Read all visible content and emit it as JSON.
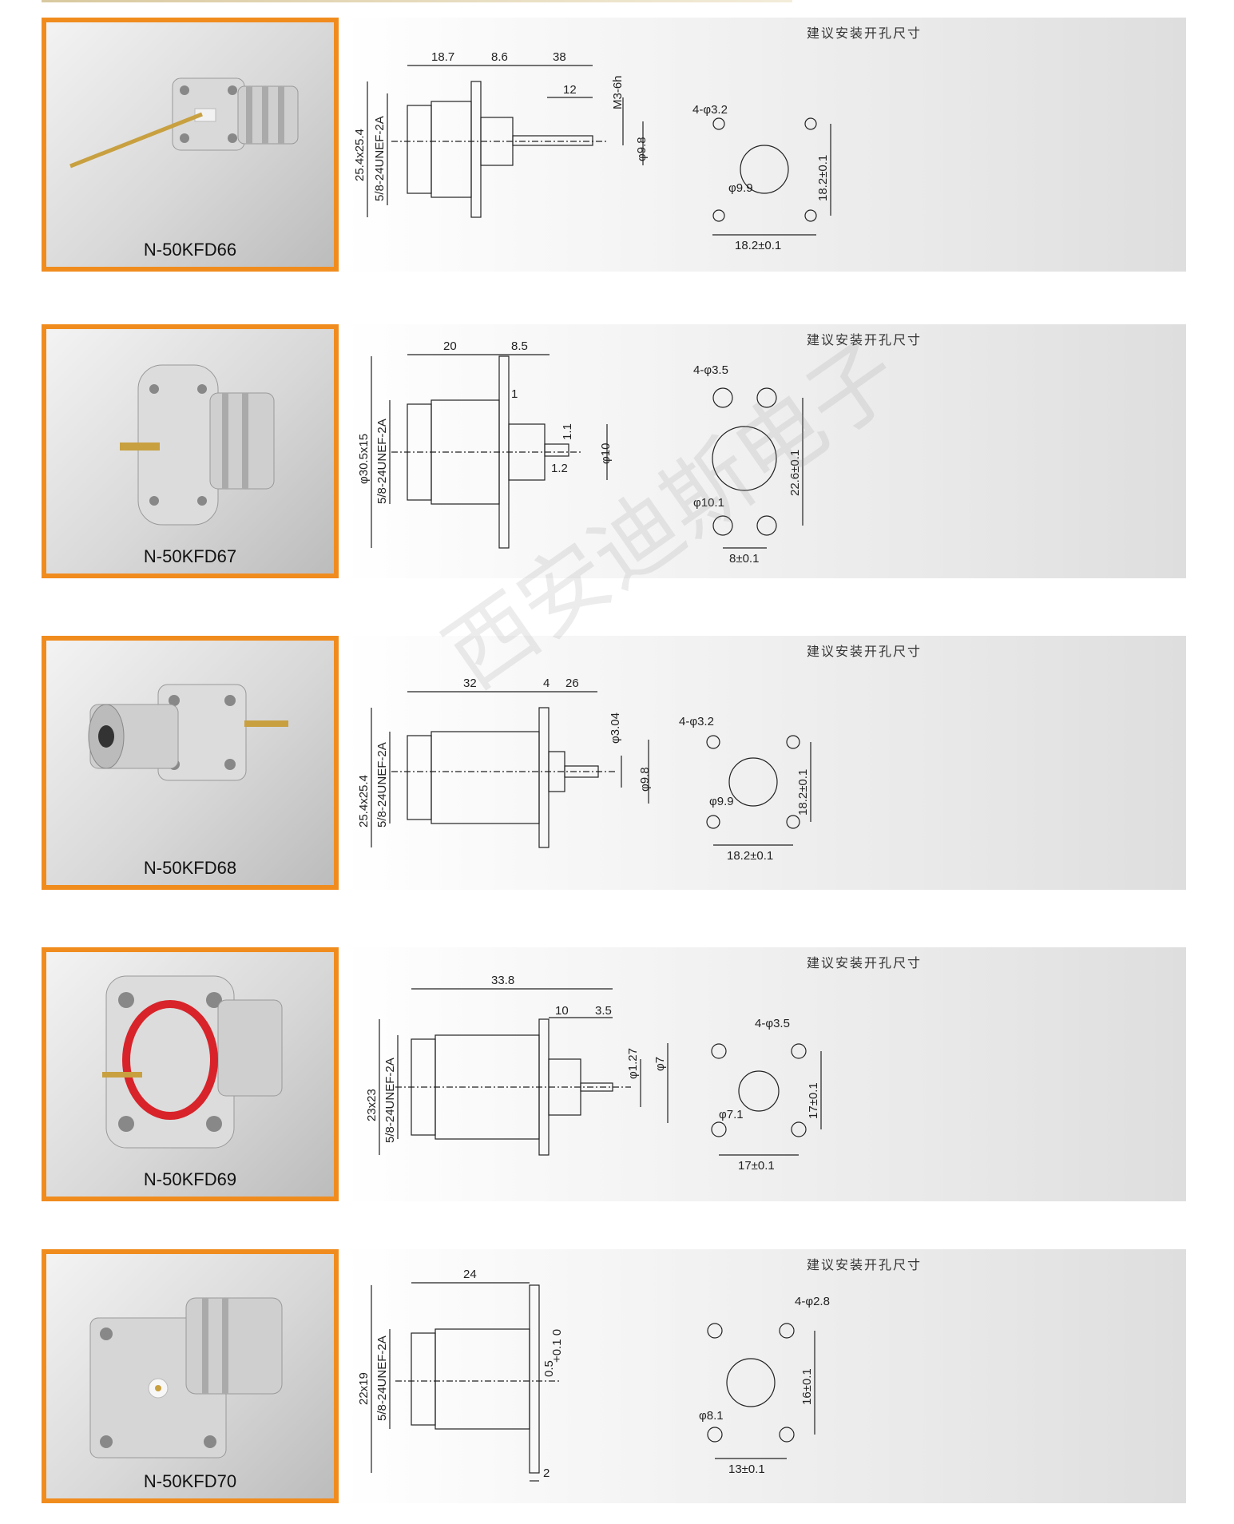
{
  "panel_title": "建议安装开孔尺寸",
  "watermark": "西安迪斯电子",
  "products": [
    {
      "model": "N-50KFD66",
      "side": {
        "d1": "18.7",
        "d2": "8.6",
        "d3": "38",
        "d4": "12",
        "thread_tip": "M3-6h",
        "d5": "φ9.8",
        "flange": "25.4x25.4",
        "thread": "5/8-24UNEF-2A"
      },
      "hole": {
        "holes": "4-φ3.2",
        "center": "φ9.9",
        "h": "18.2±0.1",
        "v": "18.2±0.1"
      }
    },
    {
      "model": "N-50KFD67",
      "side": {
        "d1": "20",
        "d2": "8.5",
        "d3": "1",
        "d4": "1.1",
        "d5": "1.2",
        "d6": "φ10",
        "flange": "φ30.5x15",
        "thread": "5/8-24UNEF-2A"
      },
      "hole": {
        "holes": "4-φ3.5",
        "center": "φ10.1",
        "h": "8±0.1",
        "v": "22.6±0.1"
      }
    },
    {
      "model": "N-50KFD68",
      "side": {
        "d1": "32",
        "d2": "4",
        "d3": "26",
        "d4": "φ3.04",
        "d5": "φ9.8",
        "flange": "25.4x25.4",
        "thread": "5/8-24UNEF-2A"
      },
      "hole": {
        "holes": "4-φ3.2",
        "center": "φ9.9",
        "h": "18.2±0.1",
        "v": "18.2±0.1"
      }
    },
    {
      "model": "N-50KFD69",
      "side": {
        "d1": "33.8",
        "d2": "10",
        "d3": "3.5",
        "d4": "φ1.27",
        "d5": "φ7",
        "flange": "23x23",
        "thread": "5/8-24UNEF-2A"
      },
      "hole": {
        "holes": "4-φ3.5",
        "center": "φ7.1",
        "h": "17±0.1",
        "v": "17±0.1"
      }
    },
    {
      "model": "N-50KFD70",
      "side": {
        "d1": "24",
        "d2": "0.5",
        "d2_tol": "+0.1 0",
        "d3": "2",
        "flange": "22x19",
        "thread": "5/8-24UNEF-2A"
      },
      "hole": {
        "holes": "4-φ2.8",
        "center": "φ8.1",
        "h": "13±0.1",
        "v": "16±0.1"
      }
    }
  ]
}
